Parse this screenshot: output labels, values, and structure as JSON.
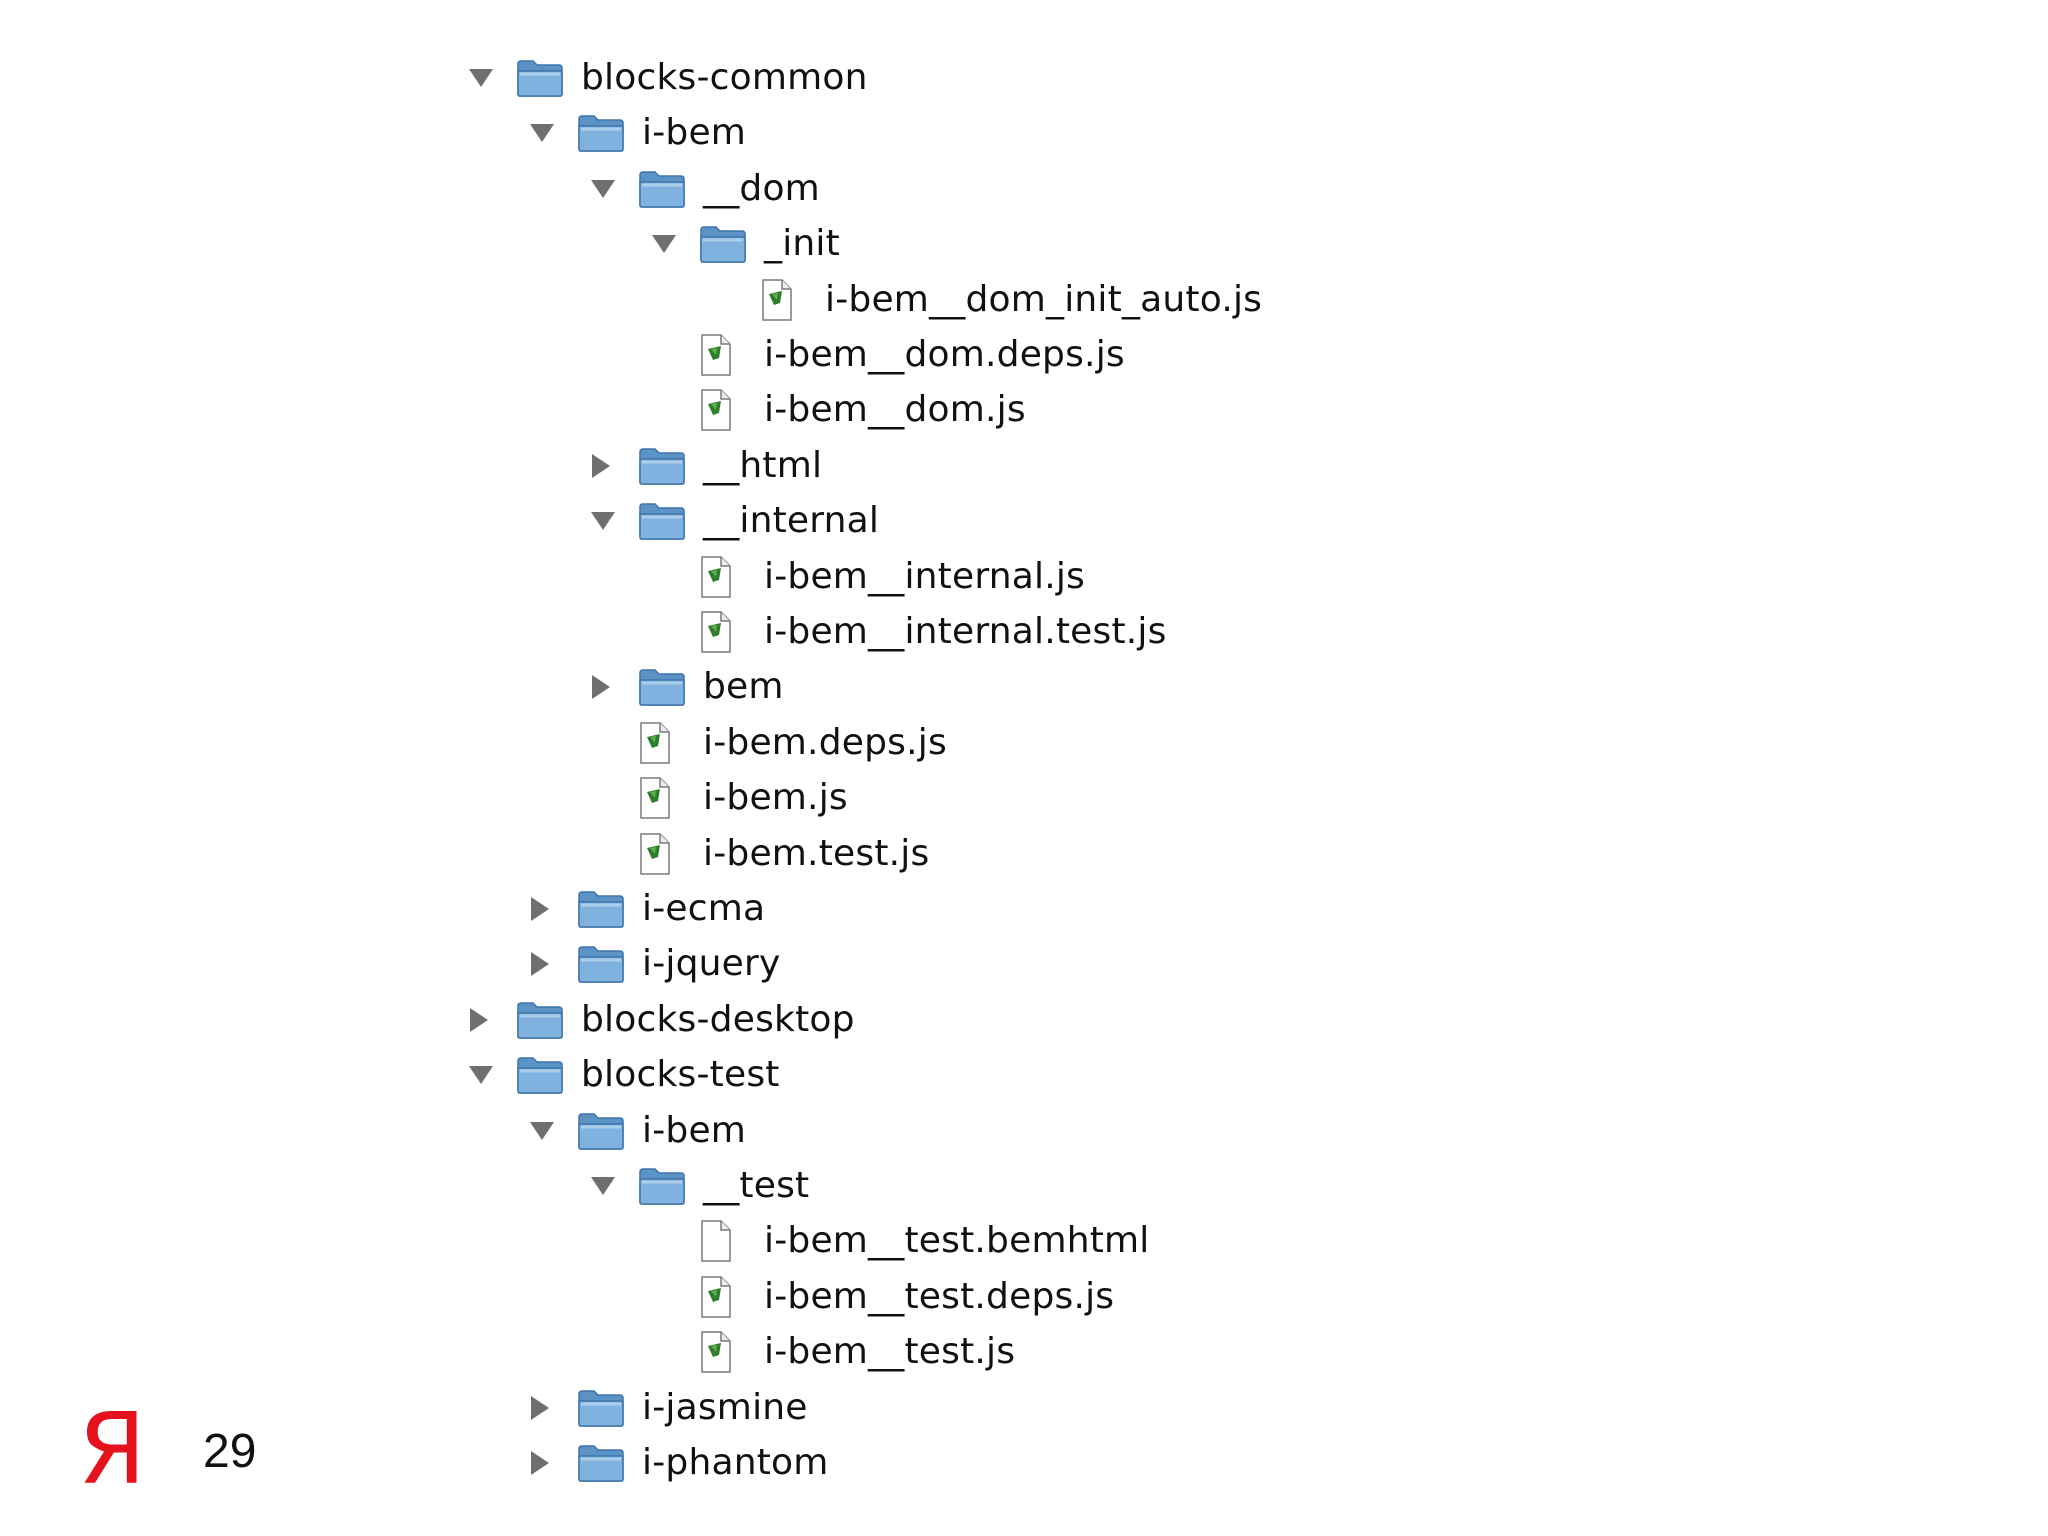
{
  "colors": {
    "folder_front": "#7fb2de",
    "folder_back": "#5b93c7",
    "folder_edge": "#3f74a8",
    "triangle": "#6f6f6f",
    "js_badge": "#2f7d2a",
    "logo": "#e4121c"
  },
  "tree": [
    {
      "label": "blocks-common",
      "depth": 0,
      "type": "folder",
      "state": "expanded"
    },
    {
      "label": "i-bem",
      "depth": 1,
      "type": "folder",
      "state": "expanded"
    },
    {
      "label": "__dom",
      "depth": 2,
      "type": "folder",
      "state": "expanded"
    },
    {
      "label": "_init",
      "depth": 3,
      "type": "folder",
      "state": "expanded"
    },
    {
      "label": "i-bem__dom_init_auto.js",
      "depth": 4,
      "type": "js-file"
    },
    {
      "label": "i-bem__dom.deps.js",
      "depth": 3,
      "type": "js-file"
    },
    {
      "label": "i-bem__dom.js",
      "depth": 3,
      "type": "js-file"
    },
    {
      "label": "__html",
      "depth": 2,
      "type": "folder",
      "state": "collapsed"
    },
    {
      "label": "__internal",
      "depth": 2,
      "type": "folder",
      "state": "expanded"
    },
    {
      "label": "i-bem__internal.js",
      "depth": 3,
      "type": "js-file"
    },
    {
      "label": "i-bem__internal.test.js",
      "depth": 3,
      "type": "js-file"
    },
    {
      "label": "bem",
      "depth": 2,
      "type": "folder",
      "state": "collapsed"
    },
    {
      "label": "i-bem.deps.js",
      "depth": 2,
      "type": "js-file"
    },
    {
      "label": "i-bem.js",
      "depth": 2,
      "type": "js-file"
    },
    {
      "label": "i-bem.test.js",
      "depth": 2,
      "type": "js-file"
    },
    {
      "label": "i-ecma",
      "depth": 1,
      "type": "folder",
      "state": "collapsed"
    },
    {
      "label": "i-jquery",
      "depth": 1,
      "type": "folder",
      "state": "collapsed"
    },
    {
      "label": "blocks-desktop",
      "depth": 0,
      "type": "folder",
      "state": "collapsed"
    },
    {
      "label": "blocks-test",
      "depth": 0,
      "type": "folder",
      "state": "expanded"
    },
    {
      "label": "i-bem",
      "depth": 1,
      "type": "folder",
      "state": "expanded"
    },
    {
      "label": "__test",
      "depth": 2,
      "type": "folder",
      "state": "expanded"
    },
    {
      "label": "i-bem__test.bemhtml",
      "depth": 3,
      "type": "plain-file"
    },
    {
      "label": "i-bem__test.deps.js",
      "depth": 3,
      "type": "js-file"
    },
    {
      "label": "i-bem__test.js",
      "depth": 3,
      "type": "js-file"
    },
    {
      "label": "i-jasmine",
      "depth": 1,
      "type": "folder",
      "state": "collapsed"
    },
    {
      "label": "i-phantom",
      "depth": 1,
      "type": "folder",
      "state": "collapsed"
    }
  ],
  "footer": {
    "logo": "Я",
    "page_number": "29"
  }
}
